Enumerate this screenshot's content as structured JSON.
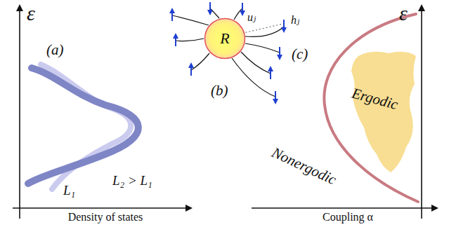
{
  "diagram": {
    "nodes": [
      {
        "text": [
          "R"
        ]
      },
      {
        "text": [
          "Ergodic"
        ]
      }
    ],
    "labels": [
      "ε",
      "(a)",
      "L₂ > L₁",
      "L₁",
      "Density of states",
      "uⱼ",
      "hⱼ",
      "(b)",
      "ε",
      "(c)",
      "Nonergodic",
      "Coupling α"
    ]
  }
}
